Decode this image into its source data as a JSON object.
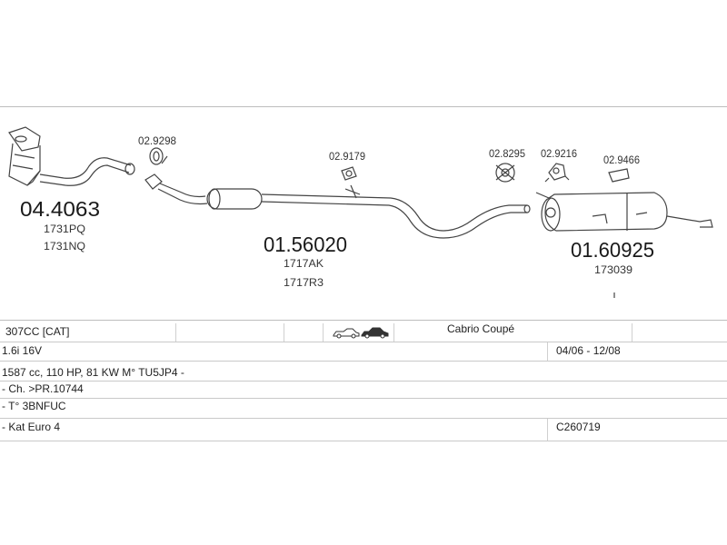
{
  "parts": {
    "catalytic_converter": {
      "number": "04.4063",
      "refs": [
        "1731PQ",
        "1731NQ"
      ]
    },
    "clamp_front": {
      "number": "02.9298"
    },
    "middle_pipe": {
      "number": "01.56020",
      "refs": [
        "1717AK",
        "1717R3"
      ]
    },
    "hanger_middle": {
      "number": "02.9179"
    },
    "clamp_rear": {
      "number": "02.8295"
    },
    "hanger_rear_1": {
      "number": "02.9216"
    },
    "hanger_rear_2": {
      "number": "02.9466"
    },
    "rear_silencer": {
      "number": "01.60925",
      "refs": [
        "173039"
      ]
    }
  },
  "table": {
    "row1": {
      "model": "307CC  [CAT]",
      "body": "Cabrio Coupé"
    },
    "row2": {
      "engine": "1.6i 16V",
      "period": "04/06 - 12/08"
    },
    "row3": {
      "specs": "1587 cc, 110 HP, 81 KW M° TU5JP4 -"
    },
    "row4": {
      "chassis": "- Ch. >PR.10744"
    },
    "row5": {
      "type": "- T° 3BNFUC"
    },
    "row6": {
      "norm": "- Kat Euro 4",
      "code": "C260719"
    }
  },
  "icons": [
    "car-cabrio-icon",
    "car-coupe-icon"
  ]
}
